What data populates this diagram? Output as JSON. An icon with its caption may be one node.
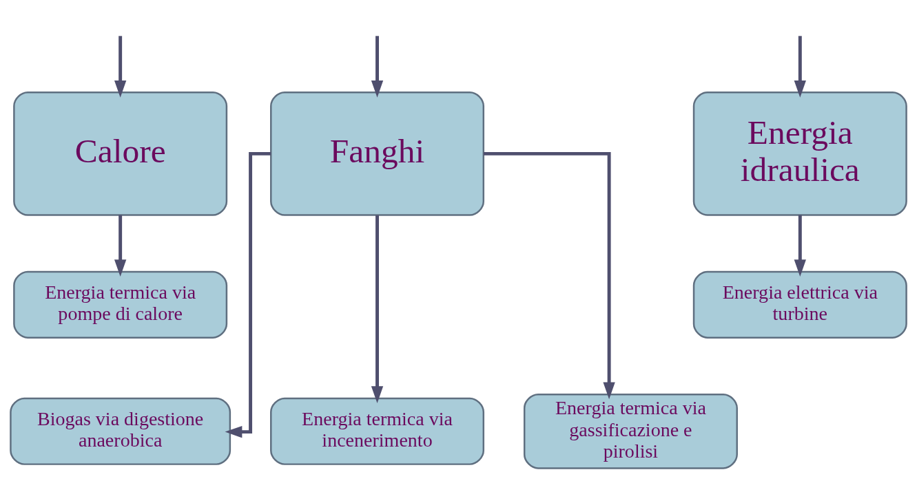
{
  "diagram": {
    "nodes": [
      {
        "text": [
          "Fanghi"
        ]
      },
      {
        "text": [
          "Calore"
        ]
      },
      {
        "text": [
          "Energia idraulica"
        ]
      },
      {
        "text": [
          "Energia termica via pompe di calore"
        ]
      },
      {
        "text": [
          "Energia elettrica via turbine"
        ]
      },
      {
        "text": [
          "Biogas via digestione anaerobica"
        ]
      },
      {
        "text": [
          "Energia termica via incenerimento"
        ]
      },
      {
        "text": [
          "Energia termica via gassificazione e pirolisi"
        ]
      }
    ],
    "edges": [
      {
        "from": null,
        "to": 0,
        "arrow": "to"
      },
      {
        "from": null,
        "to": 1,
        "arrow": "to"
      },
      {
        "from": null,
        "to": 2,
        "arrow": "to"
      },
      {
        "from": 1,
        "to": 3,
        "arrow": "to"
      },
      {
        "from": 2,
        "to": 4,
        "arrow": "to"
      },
      {
        "from": 0,
        "to": 5,
        "arrow": "to"
      },
      {
        "from": 0,
        "to": 6,
        "arrow": "to"
      },
      {
        "from": 0,
        "to": 7,
        "arrow": "to"
      }
    ]
  }
}
